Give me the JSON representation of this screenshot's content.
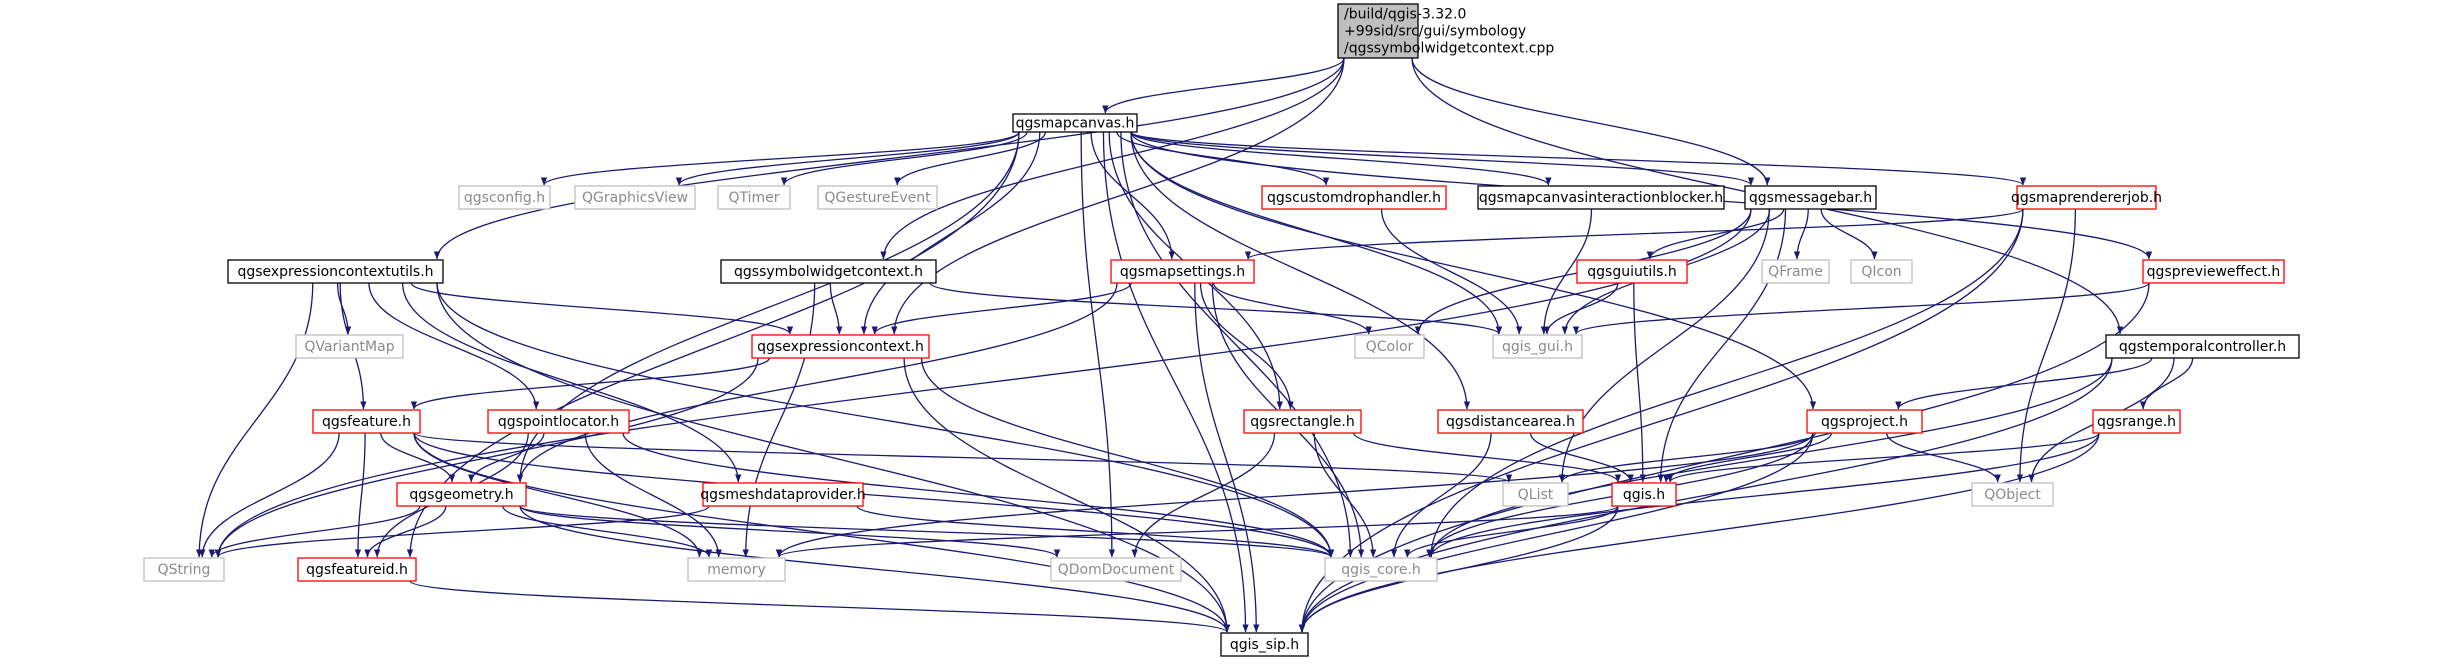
{
  "style": {
    "edge_color": "#191970",
    "text_color": "#000000",
    "gray_text_color": "#8b8b8b",
    "root_fill": "#bfbfbf",
    "box_fill": "#ffffff",
    "border_black": "#000000",
    "border_red": "#ff0000",
    "border_gray": "#bfbfbf"
  },
  "nodes": [
    {
      "id": "root",
      "kind": "root",
      "lines": [
        "/build/qgis-3.32.0",
        "+99sid/src/gui/symbology",
        "/qgssymbolwidgetcontext.cpp"
      ]
    },
    {
      "id": "mapcanvas",
      "kind": "black",
      "lines": [
        "qgsmapcanvas.h"
      ]
    },
    {
      "id": "config",
      "kind": "gray",
      "lines": [
        "qgsconfig.h"
      ]
    },
    {
      "id": "qgraphicsview",
      "kind": "gray",
      "lines": [
        "QGraphicsView"
      ]
    },
    {
      "id": "qtimer",
      "kind": "gray",
      "lines": [
        "QTimer"
      ]
    },
    {
      "id": "qgestureevent",
      "kind": "gray",
      "lines": [
        "QGestureEvent"
      ]
    },
    {
      "id": "customdrop",
      "kind": "red",
      "lines": [
        "qgscustomdrophandler.h"
      ]
    },
    {
      "id": "blocker",
      "kind": "black",
      "lines": [
        "qgsmapcanvasinteractionblocker.h"
      ]
    },
    {
      "id": "messagebar",
      "kind": "black",
      "lines": [
        "qgsmessagebar.h"
      ]
    },
    {
      "id": "rendererjob",
      "kind": "red",
      "lines": [
        "qgsmaprendererjob.h"
      ]
    },
    {
      "id": "exprutils",
      "kind": "black",
      "lines": [
        "qgsexpressioncontextutils.h"
      ]
    },
    {
      "id": "symwidget",
      "kind": "black",
      "lines": [
        "qgssymbolwidgetcontext.h"
      ]
    },
    {
      "id": "mapsettings",
      "kind": "red",
      "lines": [
        "qgsmapsettings.h"
      ]
    },
    {
      "id": "guiutils",
      "kind": "red",
      "lines": [
        "qgsguiutils.h"
      ]
    },
    {
      "id": "qframe",
      "kind": "gray",
      "lines": [
        "QFrame"
      ]
    },
    {
      "id": "qicon",
      "kind": "gray",
      "lines": [
        "QIcon"
      ]
    },
    {
      "id": "previeweffect",
      "kind": "red",
      "lines": [
        "qgspreviewеffect.h"
      ]
    },
    {
      "id": "qvariantmap",
      "kind": "gray",
      "lines": [
        "QVariantMap"
      ]
    },
    {
      "id": "exprcontext",
      "kind": "red",
      "lines": [
        "qgsexpressioncontext.h"
      ]
    },
    {
      "id": "qcolor",
      "kind": "gray",
      "lines": [
        "QColor"
      ]
    },
    {
      "id": "qgisgui",
      "kind": "gray",
      "lines": [
        "qgis_gui.h"
      ]
    },
    {
      "id": "temporal",
      "kind": "black",
      "lines": [
        "qgstemporalcontroller.h"
      ]
    },
    {
      "id": "feature",
      "kind": "red",
      "lines": [
        "qgsfeature.h"
      ]
    },
    {
      "id": "pointlocator",
      "kind": "red",
      "lines": [
        "qgspointlocator.h"
      ]
    },
    {
      "id": "rectangle",
      "kind": "red",
      "lines": [
        "qgsrectangle.h"
      ]
    },
    {
      "id": "distancearea",
      "kind": "red",
      "lines": [
        "qgsdistancearea.h"
      ]
    },
    {
      "id": "project",
      "kind": "red",
      "lines": [
        "qgsproject.h"
      ]
    },
    {
      "id": "range",
      "kind": "red",
      "lines": [
        "qgsrange.h"
      ]
    },
    {
      "id": "geometry",
      "kind": "red",
      "lines": [
        "qgsgeometry.h"
      ]
    },
    {
      "id": "meshprovider",
      "kind": "red",
      "lines": [
        "qgsmeshdataprovider.h"
      ]
    },
    {
      "id": "qlist",
      "kind": "gray",
      "lines": [
        "QList"
      ]
    },
    {
      "id": "qgish",
      "kind": "red",
      "lines": [
        "qgis.h"
      ]
    },
    {
      "id": "qobject",
      "kind": "gray",
      "lines": [
        "QObject"
      ]
    },
    {
      "id": "qstring",
      "kind": "gray",
      "lines": [
        "QString"
      ]
    },
    {
      "id": "featureid",
      "kind": "red",
      "lines": [
        "qgsfeatureid.h"
      ]
    },
    {
      "id": "memory",
      "kind": "gray",
      "lines": [
        "memory"
      ]
    },
    {
      "id": "qdomdocument",
      "kind": "gray",
      "lines": [
        "QDomDocument"
      ]
    },
    {
      "id": "qgiscore",
      "kind": "gray",
      "lines": [
        "qgis_core.h"
      ]
    },
    {
      "id": "qgissip",
      "kind": "black",
      "lines": [
        "qgis_sip.h"
      ]
    }
  ]
}
